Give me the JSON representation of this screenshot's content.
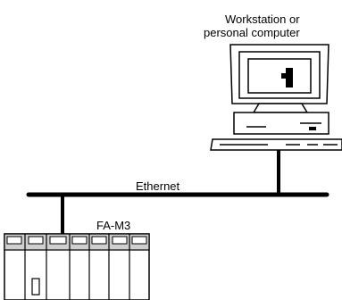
{
  "workstation": {
    "label_line1": "Workstation or",
    "label_line2": "personal computer"
  },
  "network": {
    "label": "Ethernet"
  },
  "plc": {
    "label": "FA-M3"
  }
}
